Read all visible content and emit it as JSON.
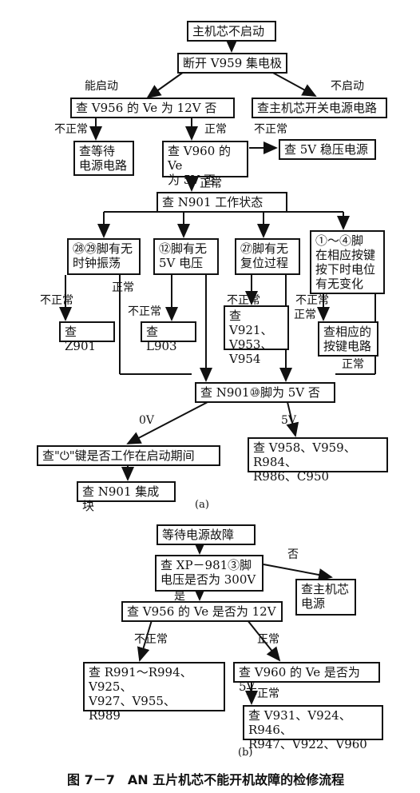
{
  "flow_a": {
    "start": "主机芯不启动",
    "disconnect": "断开 V959 集电极",
    "check_v956": "查 V956 的 Ve 为 12V 否",
    "check_main_power": "查主机芯开关电源电路",
    "check_standby": "查等待\n电源电路",
    "check_v960": "查 V960 的 Ve\n为 5V 否",
    "check_5v_reg": "查 5V 稳压电源",
    "check_n901_state": "查 N901 工作状态",
    "pin_28_29": "㉘㉙脚有无\n时钟振荡",
    "pin_12": "⑫脚有无\n5V 电压",
    "pin_27": "㉗脚有无\n复位过程",
    "pin_1_4": "①～④脚\n在相应按键\n按下时电位\n有无变化",
    "check_z901": "查 Z901",
    "check_l903": "查 L903",
    "check_v921": "查 V921、\nV953、\nV954",
    "check_keys": "查相应的\n按键电路",
    "check_n901_pin": "查 N901⑩脚为 5V 否",
    "check_power_key": "查\"⏻\"键是否工作在启动期间",
    "check_n901_ic": "查 N901 集成块",
    "check_v958": "查 V958、V959、R984、\nR986、C950"
  },
  "flow_b": {
    "start": "等待电源故障",
    "check_xp981": "查 XP－981③脚\n电压是否为 300V",
    "check_main_power": "查主机芯\n电源",
    "check_v956": "查 V956 的 Ve 是否为 12V",
    "check_r991": "查 R991～R994、V925、\nV927、V955、\nR989",
    "check_v960": "查 V960 的 Ve 是否为 5V",
    "check_v931": "查 V931、V924、R946、\nR947、V922、V960"
  },
  "labels": {
    "can_start": "能启动",
    "cannot_start": "不启动",
    "abnormal": "不正常",
    "normal": "正常",
    "zero_v": "0V",
    "five_v": "5V",
    "no": "否",
    "yes": "是"
  },
  "captions": {
    "a": "(a)",
    "b": "(b)",
    "figure": "图 7－7　AN 五片机芯不能开机故障的检修流程"
  }
}
